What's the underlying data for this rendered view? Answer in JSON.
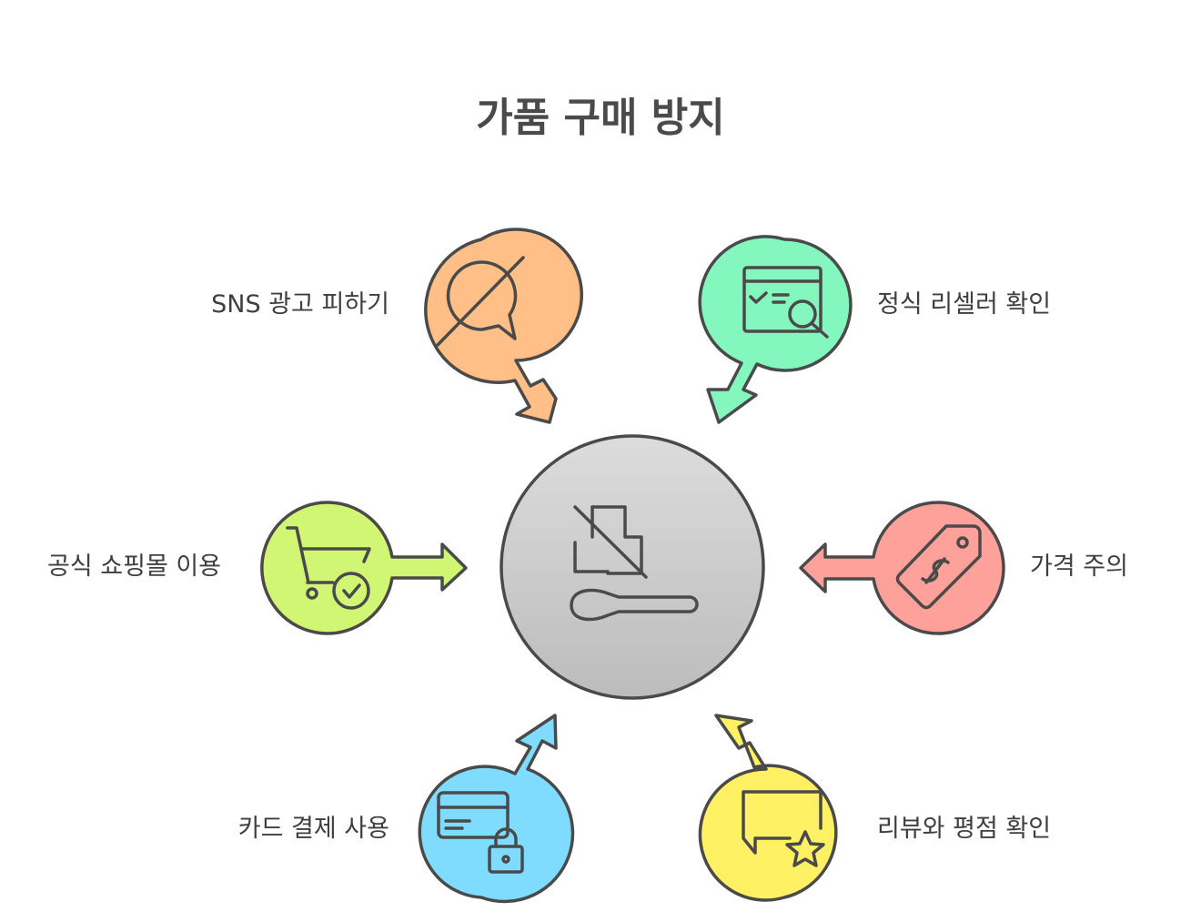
{
  "title": "가품 구매 방지",
  "items": {
    "sns": {
      "label": "SNS 광고 피하기",
      "color": "#ffbf87"
    },
    "reseller": {
      "label": "정식 리셀러 확인",
      "color": "#84f7bf"
    },
    "mall": {
      "label": "공식 쇼핑몰 이용",
      "color": "#d0f674"
    },
    "price": {
      "label": "가격 주의",
      "color": "#ffa19b"
    },
    "card": {
      "label": "카드 결제 사용",
      "color": "#7fdcff"
    },
    "review": {
      "label": "리뷰와 평점 확인",
      "color": "#fff064"
    }
  },
  "center": {
    "icon": "no-counterfeit-product-icon"
  },
  "colors": {
    "stroke": "#4a4a4a",
    "center_top": "#dcdcdc",
    "center_bottom": "#bcbcbc"
  }
}
